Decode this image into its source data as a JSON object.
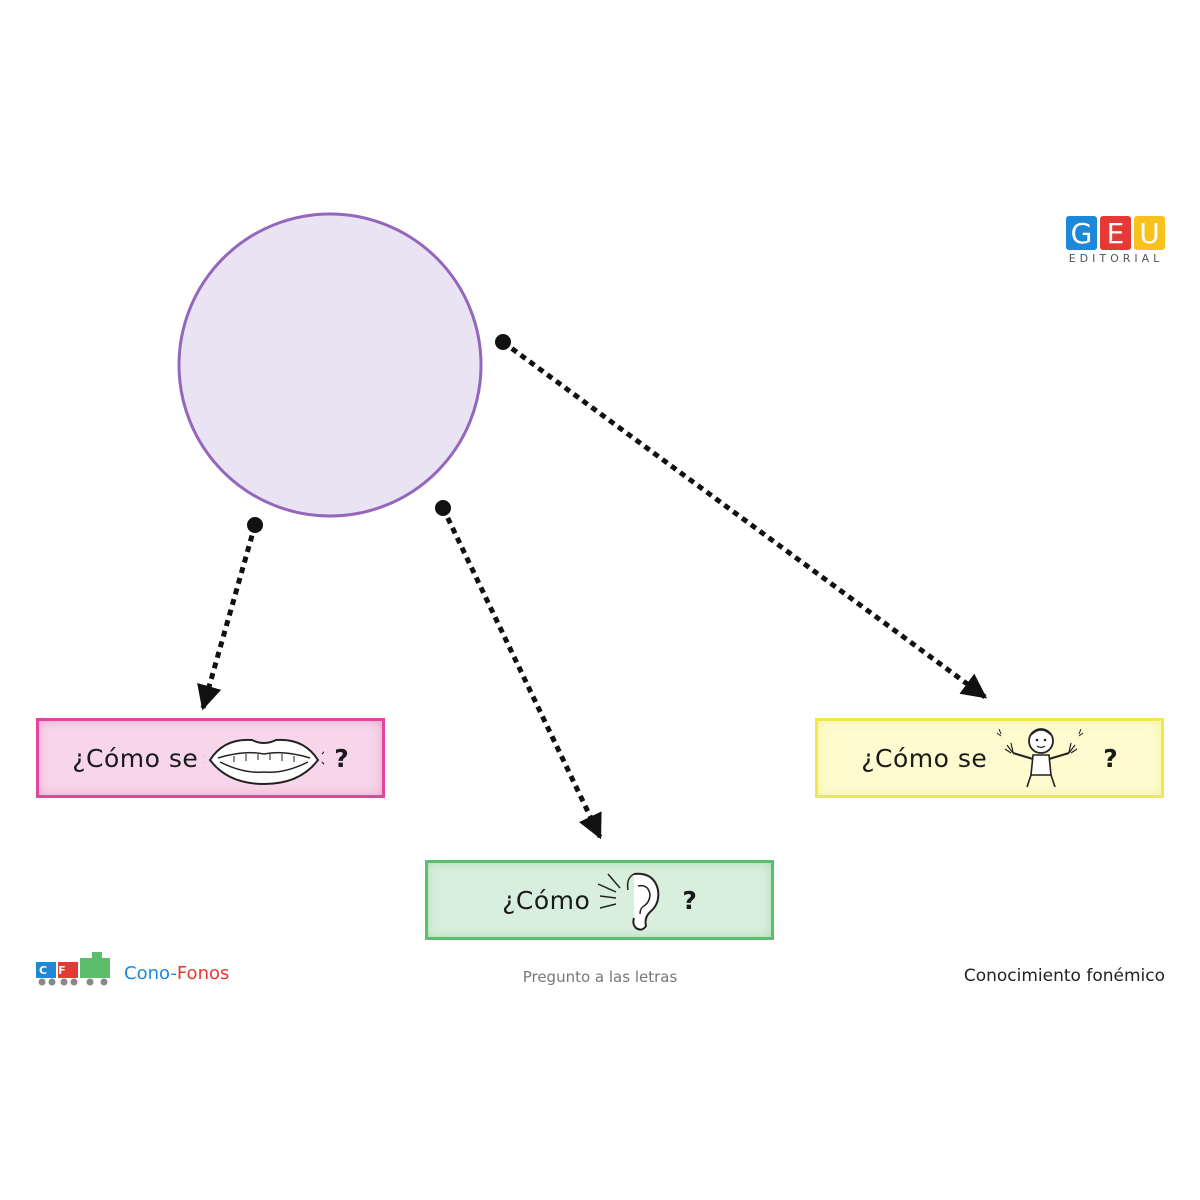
{
  "logo": {
    "letters": [
      "G",
      "E",
      "U"
    ],
    "colors": [
      "#1e88d8",
      "#e53935",
      "#f9c11b"
    ],
    "subtitle": "EDITORIAL"
  },
  "boxes": {
    "say": {
      "prefix": "¿Cómo se",
      "suffix": "?",
      "icon": "mouth-icon",
      "fill": "#f7d6ea",
      "border": "#e2459b"
    },
    "hear": {
      "prefix": "¿Cómo",
      "suffix": "?",
      "icon": "ear-icon",
      "fill": "#d9efdd",
      "border": "#5cbd6a"
    },
    "feel": {
      "prefix": "¿Cómo se",
      "suffix": "?",
      "icon": "child-dancing-icon",
      "fill": "#fdfbcf",
      "border": "#f1e84d"
    }
  },
  "circle": {
    "fill": "#e9e3f4",
    "stroke": "#9467bd"
  },
  "footer": {
    "brand_mark": "CF",
    "brand_first": "Cono-",
    "brand_second": "Fonos",
    "center": "Pregunto a las letras",
    "right": "Conocimiento fonémico"
  }
}
